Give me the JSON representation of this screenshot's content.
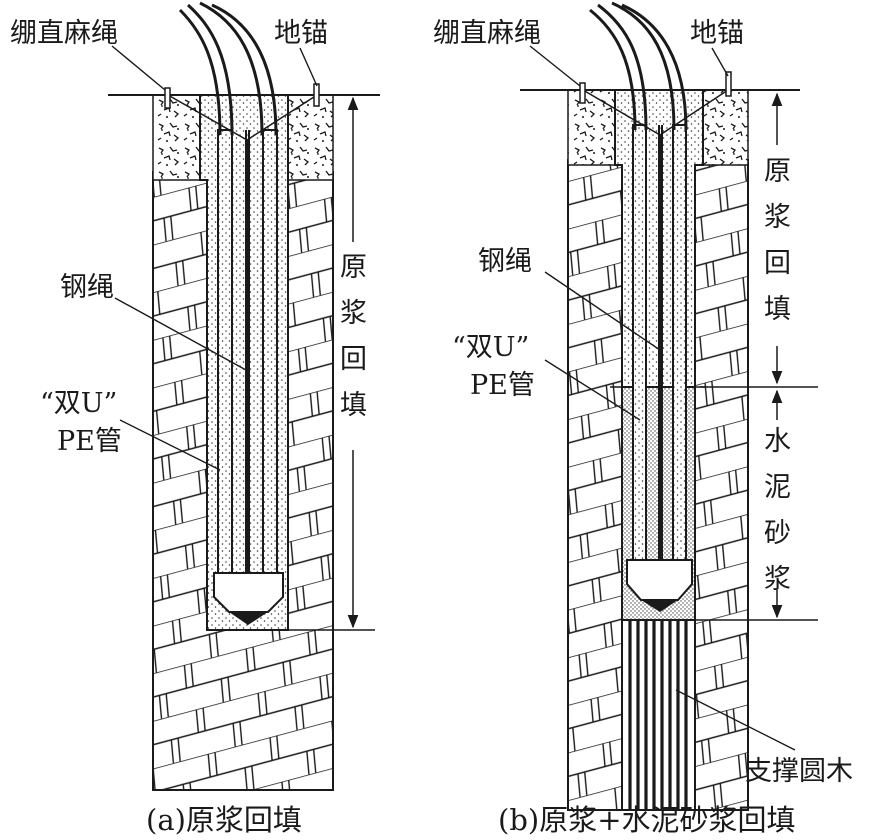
{
  "panel_a": {
    "label_tie_rope": "绷直麻绳",
    "label_anchor": "地锚",
    "label_steel_rope": "钢绳",
    "label_pe_line1": "“双U”",
    "label_pe_line2": "PE管",
    "fill_vertical": [
      "原",
      "浆",
      "回",
      "填"
    ],
    "caption": "(a)原浆回填"
  },
  "panel_b": {
    "label_tie_rope": "绷直麻绳",
    "label_anchor": "地锚",
    "label_steel_rope": "钢绳",
    "label_pe_line1": "“双U”",
    "label_pe_line2": "PE管",
    "fill_upper_vertical": [
      "原",
      "浆",
      "回",
      "填"
    ],
    "fill_lower_vertical": [
      "水",
      "泥",
      "砂",
      "浆"
    ],
    "label_support": "支撑圆木",
    "caption": "(b)原浆+水泥砂浆回填"
  },
  "colors": {
    "ink": "#1a1a1a",
    "background": "#ffffff"
  }
}
